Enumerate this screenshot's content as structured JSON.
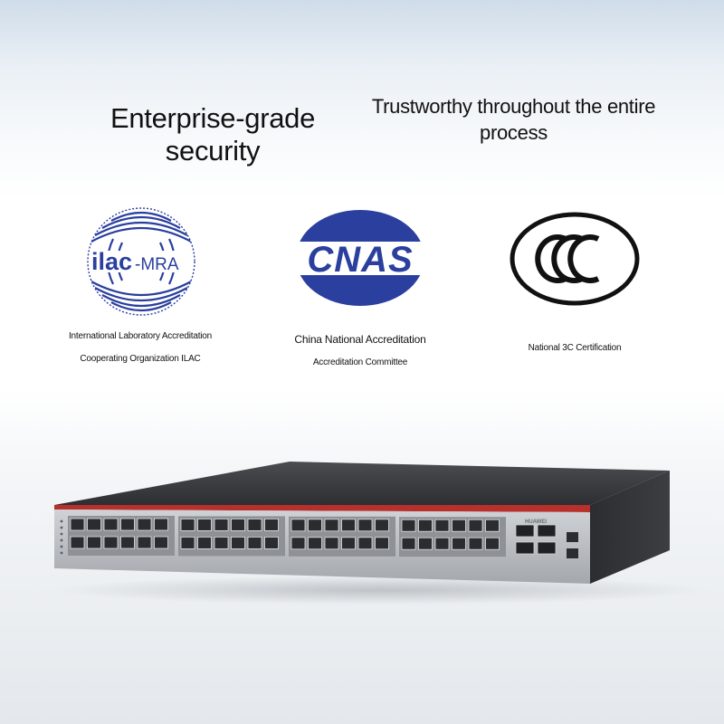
{
  "headlines": {
    "left": "Enterprise-grade security",
    "right_line1": "Trustworthy throughout the entire",
    "right_line2": "process"
  },
  "certifications": [
    {
      "logo_text_main": "ilac",
      "logo_text_sub": "-MRA",
      "caption_line1": "International Laboratory Accreditation",
      "caption_line2": "Cooperating Organization ILAC"
    },
    {
      "logo_text": "CNAS",
      "caption_line1": "China National Accreditation",
      "caption_line2": "Accreditation Committee"
    },
    {
      "logo_text": "CCC",
      "caption_line1": "National 3C Certification"
    }
  ],
  "colors": {
    "logo_blue": "#2a3f9e",
    "ccc_black": "#111111",
    "switch_body": "#3a3c40",
    "switch_front": "#b9bdc2",
    "switch_red_stripe": "#b8302c"
  },
  "product_image": {
    "rj45_port_groups": 4,
    "rj45_ports_per_group": 12,
    "sfp_ports": 4,
    "brand_label": "HUAWEI"
  }
}
